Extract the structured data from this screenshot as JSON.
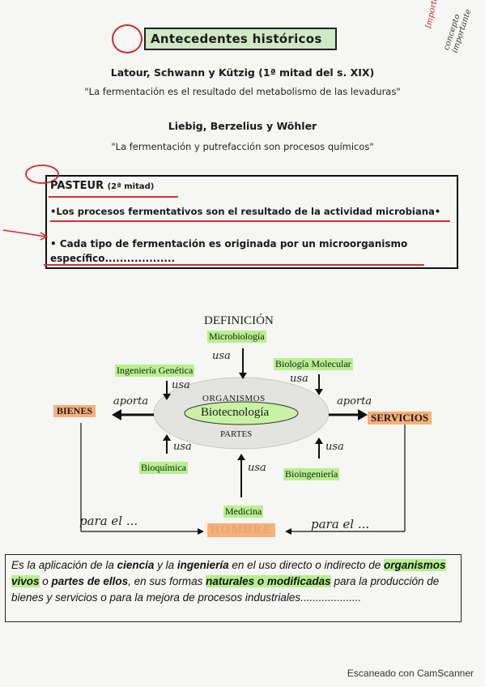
{
  "header": {
    "title": "Antecedentes históricos",
    "margin_notes_right": [
      "Importancia",
      "concepto importante"
    ]
  },
  "history": [
    {
      "authors": "Latour, Schwann y Kützig (1ª mitad del s. XIX)",
      "quote": "\"La fermentación es el resultado del metabolismo de las levaduras\""
    },
    {
      "authors": "Liebig, Berzelius y Wöhler",
      "quote": "\"La fermentación y putrefacción son procesos químicos\""
    }
  ],
  "pasteur": {
    "heading": "PASTEUR",
    "heading_note": "(2ª mitad)",
    "line1": "•Los procesos fermentativos son el resultado de la actividad microbiana•",
    "line2": "• Cada tipo de fermentación es originada por un microorganismo",
    "line3": "específico..................."
  },
  "diagram": {
    "title": "DEFINICIÓN",
    "center_top": "ORGANISMOS",
    "center": "Biotecnología",
    "center_bottom": "PARTES",
    "microbiologia": "Microbiología",
    "ingenieria_genetica": "Ingeniería Genética",
    "biologia_molecular": "Biología Molecular",
    "bioquimica": "Bioquímica",
    "bioingenieria": "Bioingeniería",
    "medicina": "Medicina",
    "bienes": "BIENES",
    "servicios": "SERVICIOS",
    "hombre": "HOMBRE",
    "usa": "usa",
    "aporta": "aporta",
    "para_el": "para el ..."
  },
  "definition": {
    "p1": "Es la aplicación de la ",
    "ciencia": "ciencia",
    "p2": " y la ",
    "ingenieria": "ingeniería",
    "p3": " en el uso directo o indirecto de ",
    "organismos": "organismos vivos",
    "p4": " o ",
    "partes": "partes de ellos",
    "p5": ", en sus formas ",
    "naturales": "naturales o modificadas",
    "p6": " para la producción de bienes y servicios o para la mejora de procesos industriales",
    "p7": "...................."
  },
  "footer": "Escaneado con CamScanner",
  "colors": {
    "highlight_green": "#b7f08f",
    "highlight_orange": "#f7b07a",
    "ink_red": "#d02a2a"
  }
}
